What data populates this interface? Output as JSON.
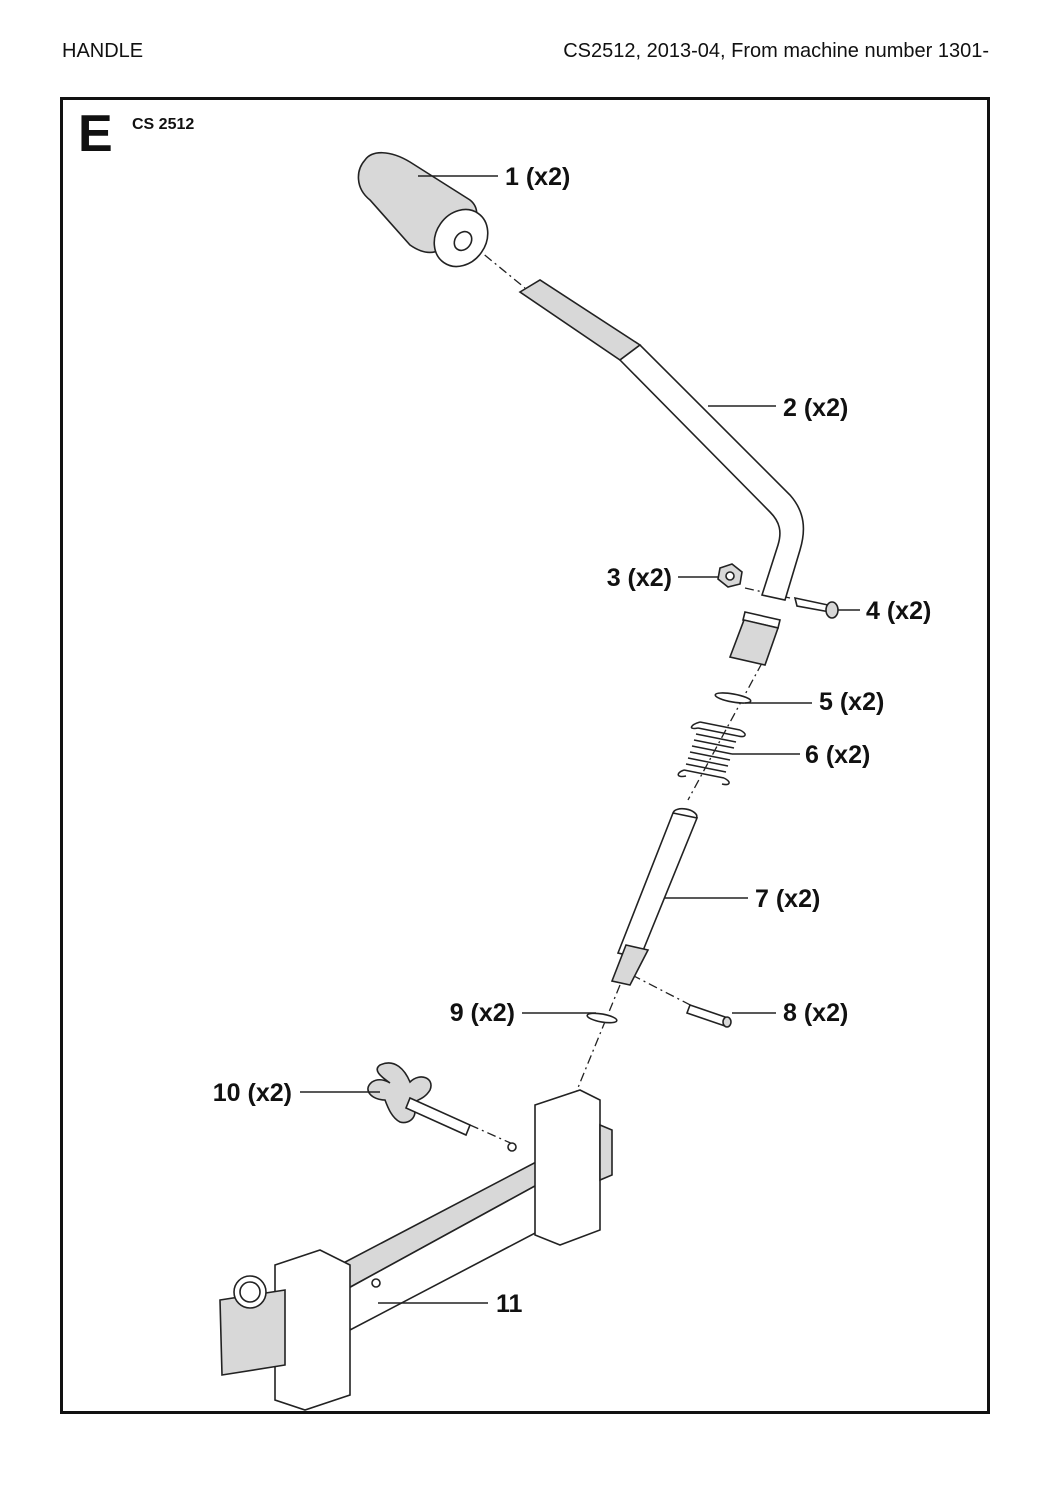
{
  "header": {
    "title": "HANDLE",
    "info": "CS2512, 2013-04, From machine number 1301-"
  },
  "diagram": {
    "section": "E",
    "model": "CS 2512",
    "callouts": [
      {
        "label": "1 (x2)"
      },
      {
        "label": "2 (x2)"
      },
      {
        "label": "3 (x2)"
      },
      {
        "label": "4 (x2)"
      },
      {
        "label": "5 (x2)"
      },
      {
        "label": "6 (x2)"
      },
      {
        "label": "7 (x2)"
      },
      {
        "label": "8 (x2)"
      },
      {
        "label": "9 (x2)"
      },
      {
        "label": "10 (x2)"
      },
      {
        "label": "11"
      }
    ]
  }
}
